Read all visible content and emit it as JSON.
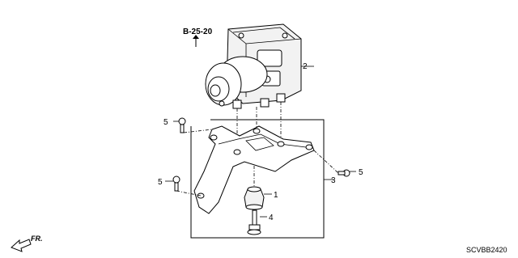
{
  "reference": "B-25-20",
  "callouts": {
    "c1": "1",
    "c2": "2",
    "c3": "3",
    "c4": "4",
    "c5a": "5",
    "c5b": "5",
    "c5c": "5"
  },
  "direction_label": "FR.",
  "diagram_code": "SCVBB2420"
}
